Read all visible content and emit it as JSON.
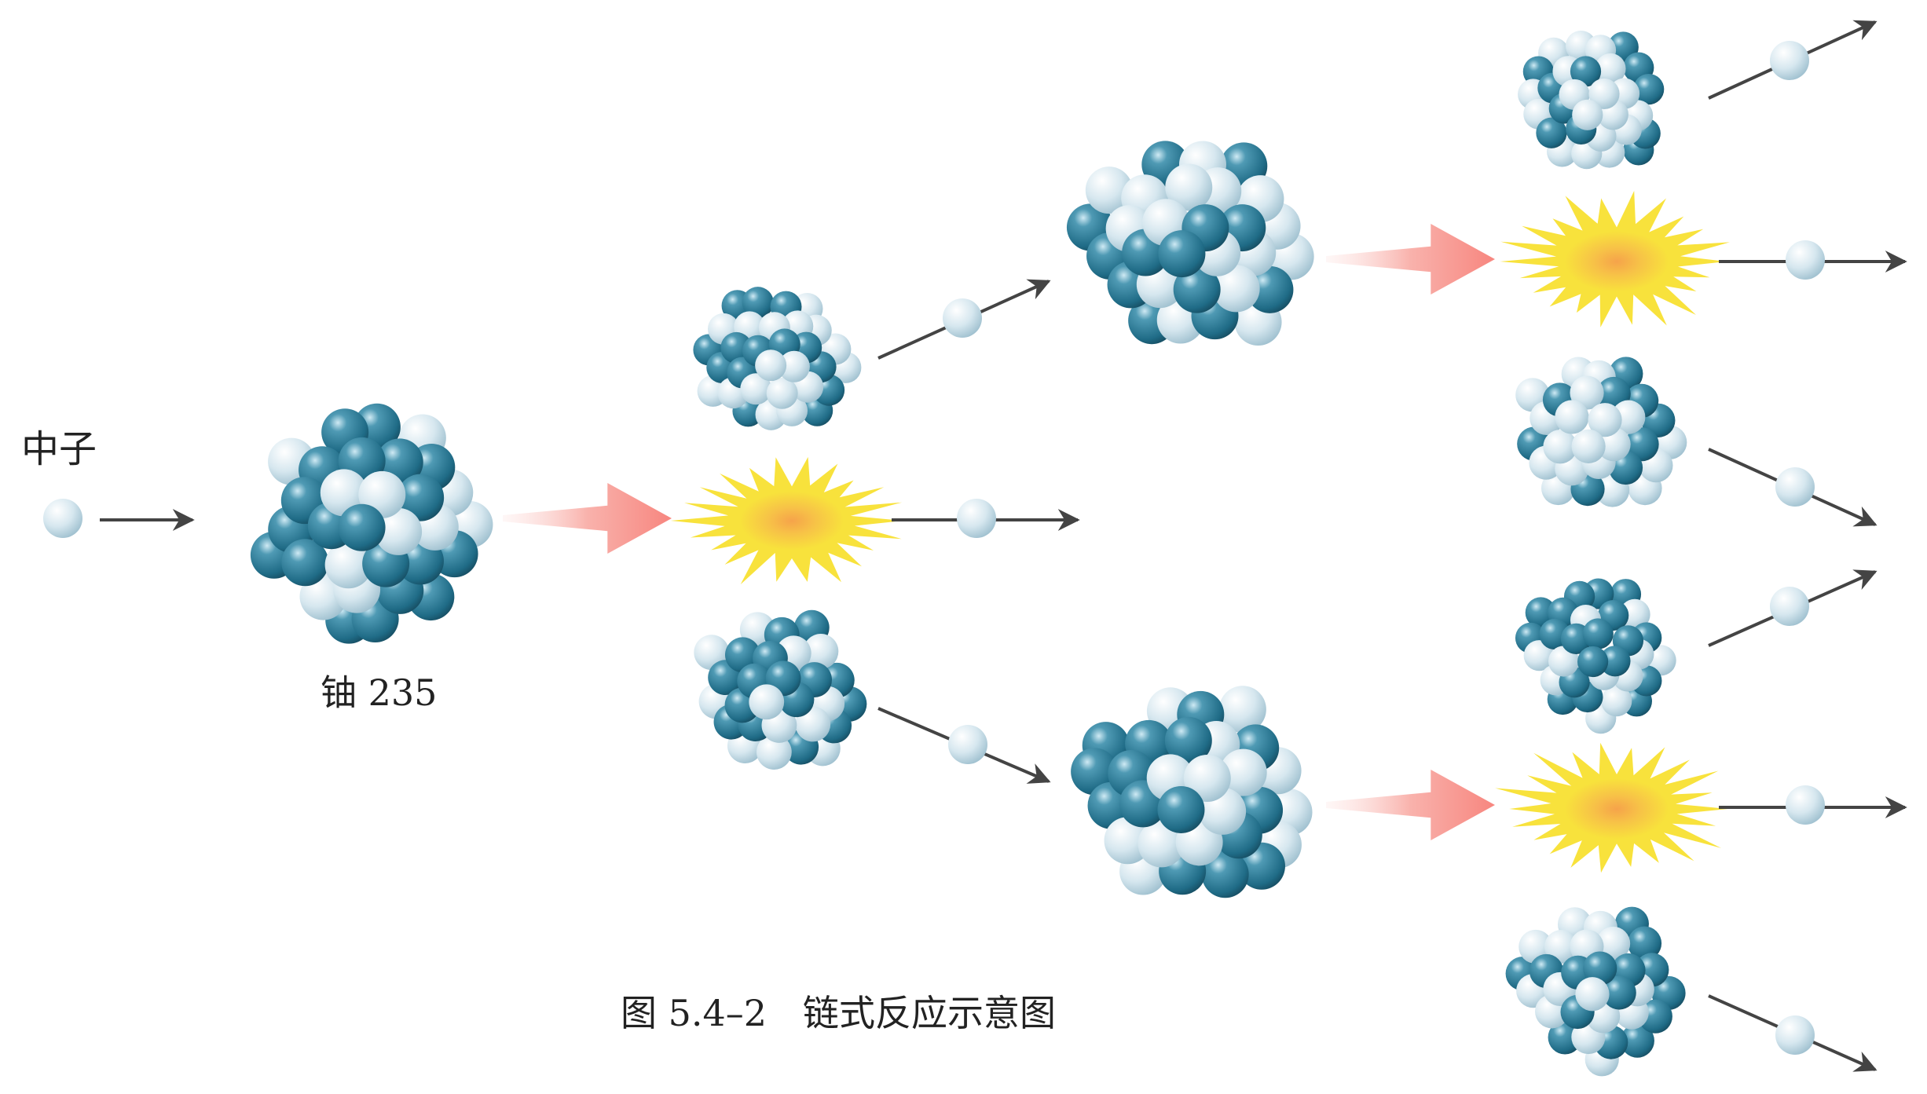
{
  "labels": {
    "neutron": "中子",
    "uranium": "铀 235",
    "caption": "图 5.4–2　链式反应示意图"
  },
  "colors": {
    "proton": "#2e7f99",
    "neutron_particle": "#d8eaf3",
    "arrow": "#444444",
    "reaction_arrow": "#f7908a",
    "burst_outer": "#f7e33a",
    "burst_inner": "#f6a74a"
  }
}
